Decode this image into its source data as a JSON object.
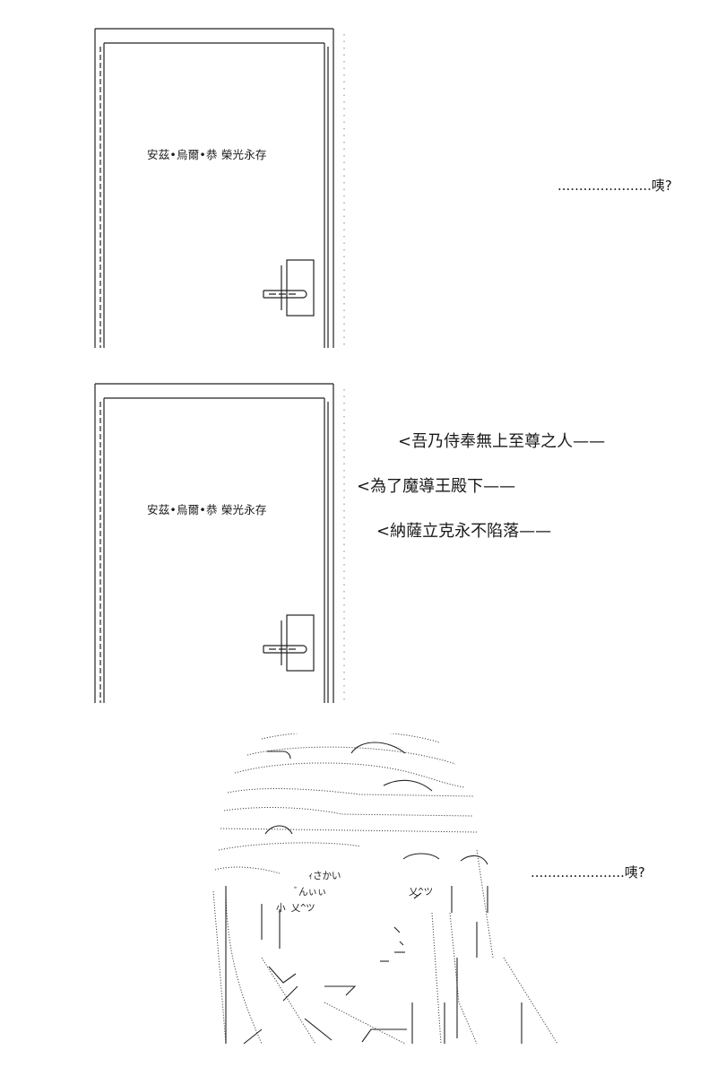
{
  "panel_top": {
    "nameplate": "安茲•烏爾•恭 榮光永存",
    "reaction": "......................咦?"
  },
  "panel_bottom": {
    "nameplate": "安茲•烏爾•恭 榮光永存",
    "lines": [
      "<吾乃侍奉無上至尊之人——",
      "<為了魔導王殿下——",
      "<納薩立克永不陷落——"
    ]
  },
  "character_panel": {
    "reaction": "......................咦?",
    "face_text": {
      "bangs": "ｨさかい",
      "brows": "ﾞんぃぃ",
      "eyes_left": "小 乂^ツ",
      "eyes_right": "乂^ツ"
    }
  },
  "icons": {
    "door": "door-icon",
    "door_handle": "door-handle-icon"
  }
}
